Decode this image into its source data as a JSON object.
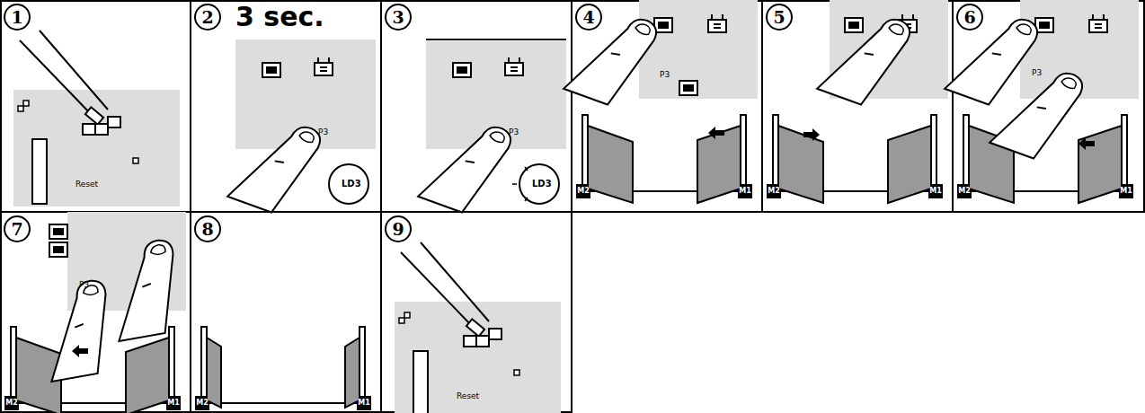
{
  "diagram": {
    "labels": [
      "1",
      "Reset",
      "2",
      "3 sec.",
      "P3",
      "LD3",
      "3",
      "P3",
      "LD3",
      "4",
      "P3",
      "M2",
      "M1",
      "5",
      "M2",
      "M1",
      "6",
      "P3",
      "M2",
      "M1",
      "7",
      "P3",
      "M2",
      "M1",
      "8",
      "M2",
      "M1",
      "9",
      "Reset"
    ]
  }
}
